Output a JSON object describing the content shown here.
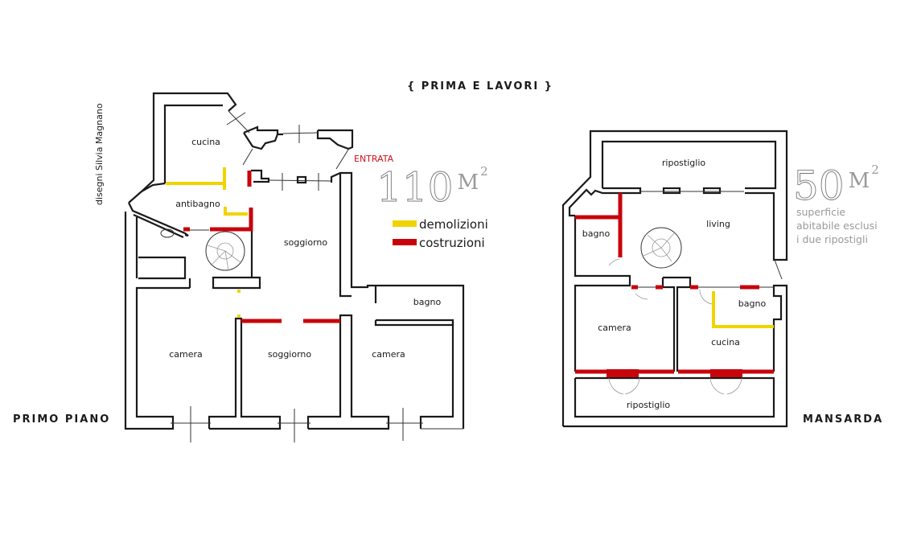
{
  "title": "{ PRIMA E LAVORI }",
  "credit": "disegni Silvia Magnano",
  "legend": {
    "items": [
      {
        "label": "demolizioni",
        "color": "#f0d400"
      },
      {
        "label": "costruzioni",
        "color": "#c8030b"
      }
    ]
  },
  "primo_piano": {
    "caption": "PRIMO PIANO",
    "area_value": "110",
    "area_unit": "M",
    "area_exp": "2",
    "entrance": "ENTRATA",
    "rooms": [
      "cucina",
      "antibagno",
      "soggiorno",
      "bagno",
      "camera",
      "soggiorno",
      "camera"
    ]
  },
  "mansarda": {
    "caption": "MANSARDA",
    "area_value": "50",
    "area_unit": "M",
    "area_exp": "2",
    "note": [
      "superficie",
      "abitabile esclusi",
      "i due ripostigli"
    ],
    "rooms": [
      "ripostiglio",
      "living",
      "bagno",
      "camera",
      "bagno",
      "cucina",
      "ripostiglio"
    ]
  }
}
